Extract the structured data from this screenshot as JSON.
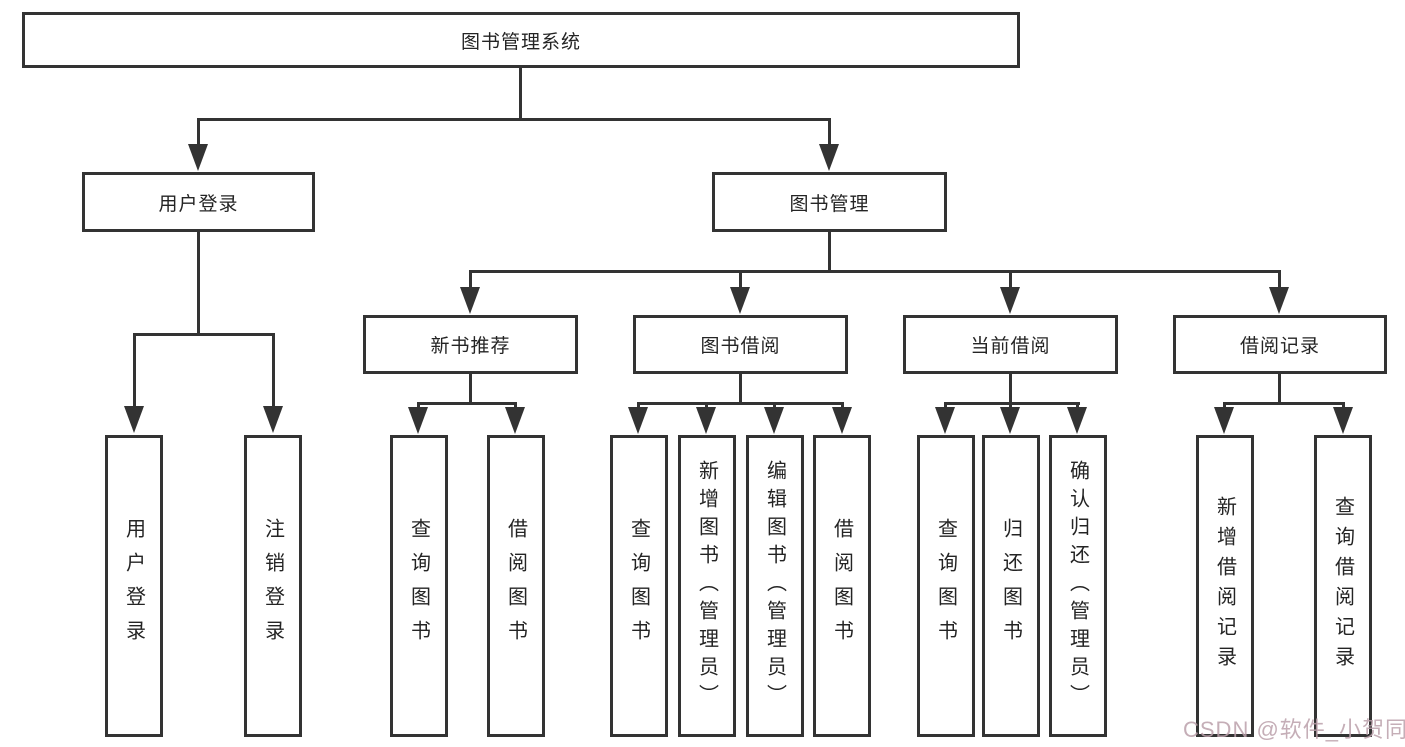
{
  "diagram": {
    "title": "图书管理系统",
    "root": {
      "label": "图书管理系统"
    },
    "branches": [
      {
        "label": "用户登录",
        "children": [
          {
            "label": "用户登录"
          },
          {
            "label": "注销登录"
          }
        ]
      },
      {
        "label": "图书管理",
        "groups": [
          {
            "label": "新书推荐",
            "children": [
              {
                "label": "查询图书"
              },
              {
                "label": "借阅图书"
              }
            ]
          },
          {
            "label": "图书借阅",
            "children": [
              {
                "label": "查询图书"
              },
              {
                "label": "新增图书（管理员）"
              },
              {
                "label": "编辑图书（管理员）"
              },
              {
                "label": "借阅图书"
              }
            ]
          },
          {
            "label": "当前借阅",
            "children": [
              {
                "label": "查询图书"
              },
              {
                "label": "归还图书"
              },
              {
                "label": "确认归还（管理员）"
              }
            ]
          },
          {
            "label": "借阅记录",
            "children": [
              {
                "label": "新增借阅记录"
              },
              {
                "label": "查询借阅记录"
              }
            ]
          }
        ]
      }
    ]
  },
  "watermark": {
    "text": "CSDN @软件_小贺同学"
  },
  "colors": {
    "line": "#333333",
    "text": "#242424",
    "background": "#ffffff",
    "watermark_pink": "#bba0aa"
  }
}
